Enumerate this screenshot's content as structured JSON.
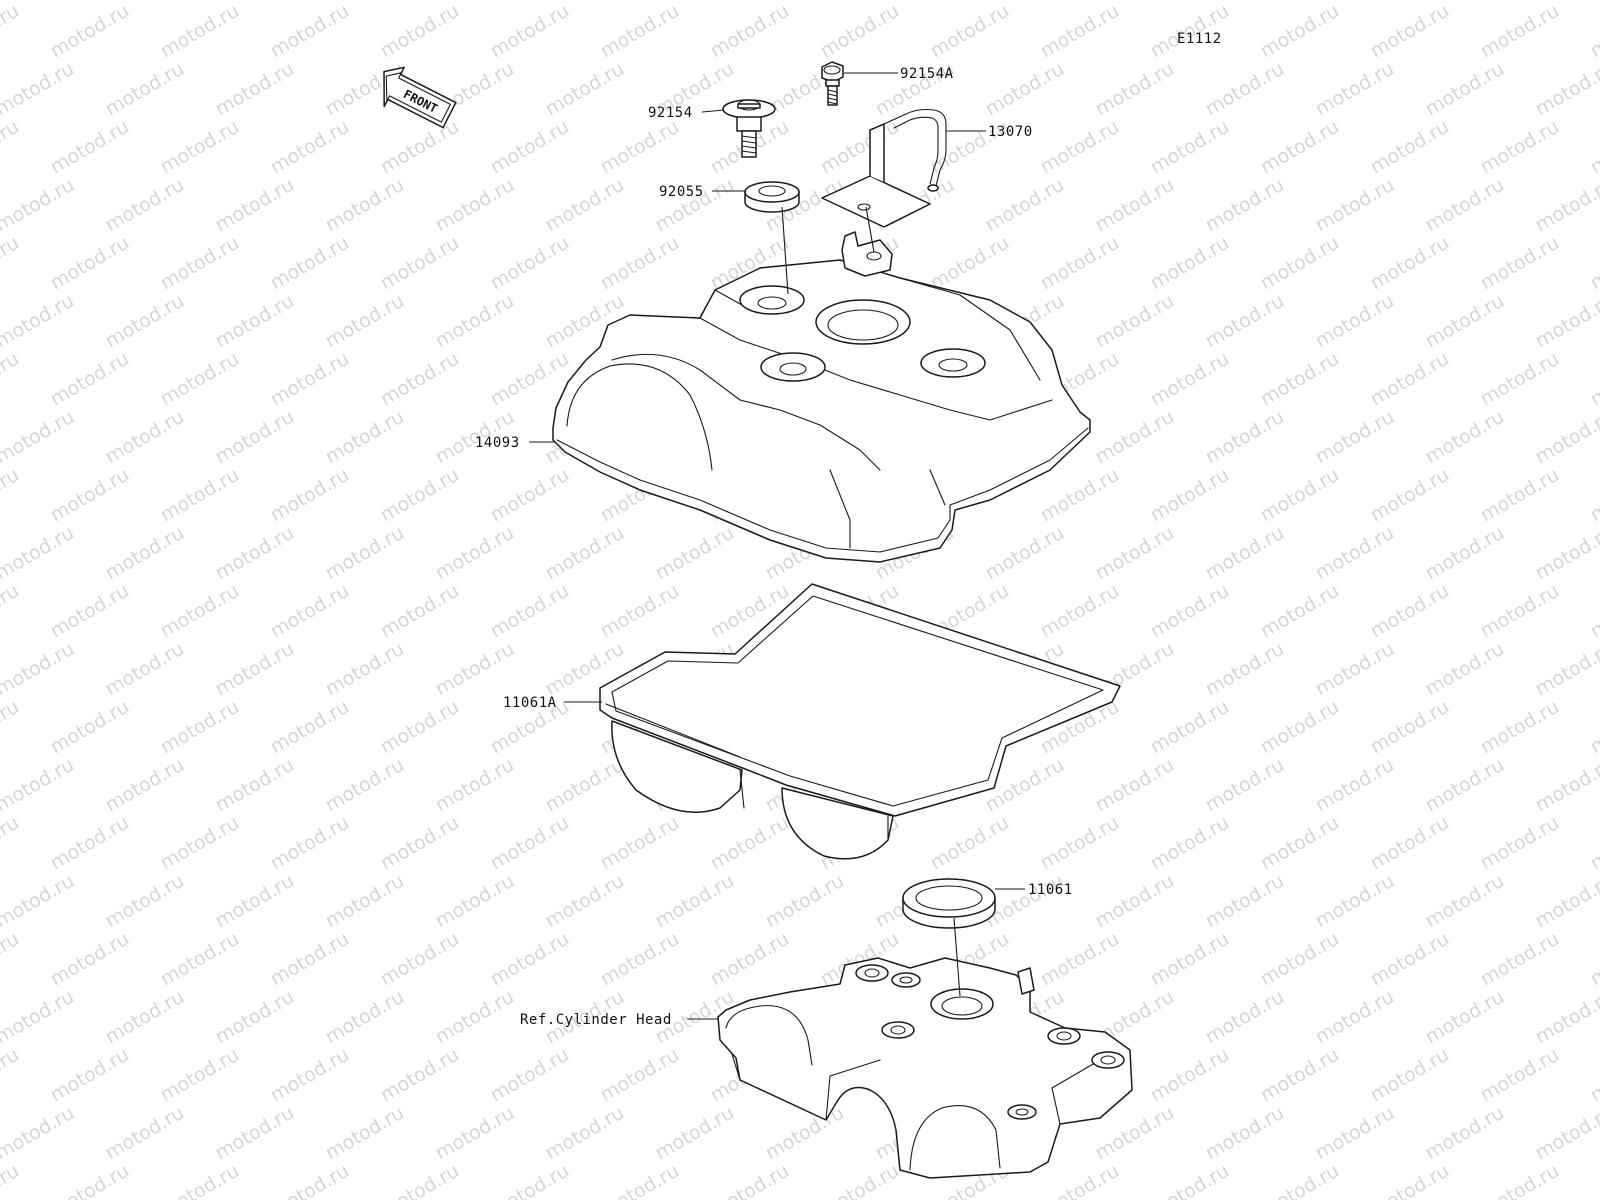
{
  "diagram": {
    "code": "E1112",
    "front_label": "FRONT",
    "watermark": "motod.ru"
  },
  "callouts": [
    {
      "id": "92154A",
      "text": "92154A",
      "part": "bolt-92154a"
    },
    {
      "id": "92154",
      "text": "92154",
      "part": "bolt-92154"
    },
    {
      "id": "13070",
      "text": "13070",
      "part": "bracket-13070"
    },
    {
      "id": "92055",
      "text": "92055",
      "part": "grommet-92055"
    },
    {
      "id": "14093",
      "text": "14093",
      "part": "cylinder-head-cover-14093"
    },
    {
      "id": "11061A",
      "text": "11061A",
      "part": "cover-gasket-11061a"
    },
    {
      "id": "11061",
      "text": "11061",
      "part": "plug-gasket-11061"
    },
    {
      "id": "ref-cylinder-head",
      "text": "Ref.Cylinder Head",
      "part": "ref-cylinder-head"
    }
  ]
}
